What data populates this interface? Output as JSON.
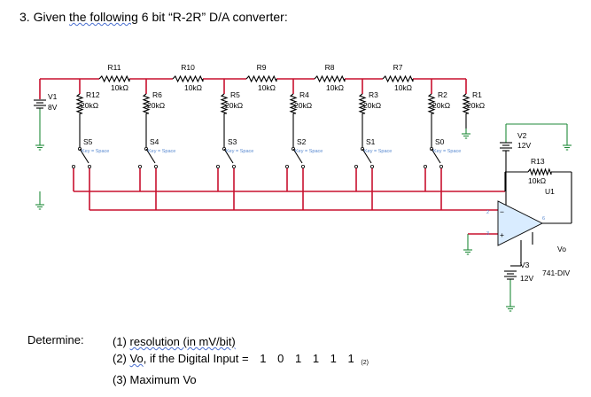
{
  "question": {
    "number": "3.",
    "text_prefix": "Given ",
    "text_underlined": "the  following",
    "text_suffix": " 6 bit “R-2R” D/A converter:"
  },
  "circuit": {
    "series_resistors": [
      {
        "name": "R11",
        "value": "10kΩ"
      },
      {
        "name": "R10",
        "value": "10kΩ"
      },
      {
        "name": "R9",
        "value": "10kΩ"
      },
      {
        "name": "R8",
        "value": "10kΩ"
      },
      {
        "name": "R7",
        "value": "10kΩ"
      }
    ],
    "shunt_resistors": [
      {
        "name": "R12",
        "value": "20kΩ"
      },
      {
        "name": "R6",
        "value": "20kΩ"
      },
      {
        "name": "R5",
        "value": "20kΩ"
      },
      {
        "name": "R4",
        "value": "20kΩ"
      },
      {
        "name": "R3",
        "value": "20kΩ"
      },
      {
        "name": "R2",
        "value": "20kΩ"
      },
      {
        "name": "R1",
        "value": "20kΩ"
      }
    ],
    "switches": [
      {
        "name": "S5",
        "key": "Key = Space"
      },
      {
        "name": "S4",
        "key": "Key = Space"
      },
      {
        "name": "S3",
        "key": "Key = Space"
      },
      {
        "name": "S2",
        "key": "Key = Space"
      },
      {
        "name": "S1",
        "key": "Key = Space"
      },
      {
        "name": "S0",
        "key": "Key = Space"
      }
    ],
    "v1": {
      "name": "V1",
      "value": "8V"
    },
    "v2": {
      "name": "V2",
      "value": "12V"
    },
    "v3": {
      "name": "V3",
      "value": "12V"
    },
    "r13": {
      "name": "R13",
      "value": "10kΩ"
    },
    "opamp": {
      "name": "U1",
      "model": "741-DIV"
    },
    "output_label": "Vo",
    "pin_labels": {
      "inv": "2",
      "noninv": "3",
      "out": "6"
    }
  },
  "determine": {
    "label": "Determine:",
    "items": [
      {
        "num": "(1)",
        "text": "resolution (in mV/bit)"
      },
      {
        "num": "(2)",
        "vo": "Vo",
        "text": "if the Digital Input  =",
        "bits": [
          "1",
          "0",
          "1",
          "1",
          "1",
          "1"
        ],
        "mark": "(2)"
      },
      {
        "num": "(3)",
        "text": "Maximum Vo"
      }
    ]
  },
  "colors": {
    "rail": "#c8102e",
    "bus": "#c8102e",
    "ground": "#1f8a3a",
    "opamp_fill": "#d9ecff",
    "switch_label": "#5a8ad0"
  }
}
